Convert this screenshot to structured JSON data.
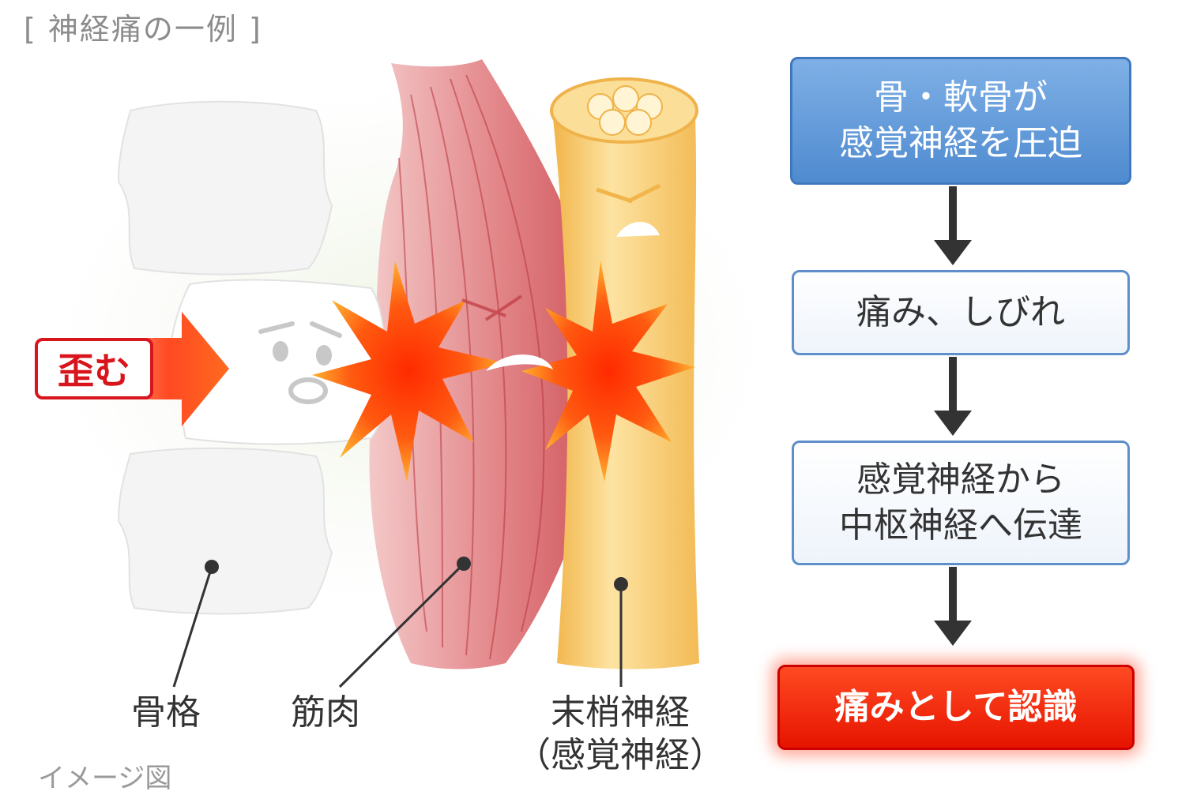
{
  "title": "[ 神経痛の一例 ]",
  "labels": {
    "skeleton": "骨格",
    "muscle": "筋肉",
    "nerve_line1": "末梢神経",
    "nerve_line2": "（感覚神経）",
    "squeeze": "歪む"
  },
  "note": "イメージ図",
  "flow": {
    "step1": [
      "骨・軟骨が",
      "感覚神経を圧迫"
    ],
    "step2": "痛み、しびれ",
    "step3": [
      "感覚神経から",
      "中枢神経へ伝達"
    ],
    "step4": "痛みとして認識"
  },
  "colors": {
    "accent_red": "#e61400",
    "box_blue": "#4f8bd0",
    "nerve_yellow": "#f7c96a",
    "muscle_red": "#d9545a"
  }
}
